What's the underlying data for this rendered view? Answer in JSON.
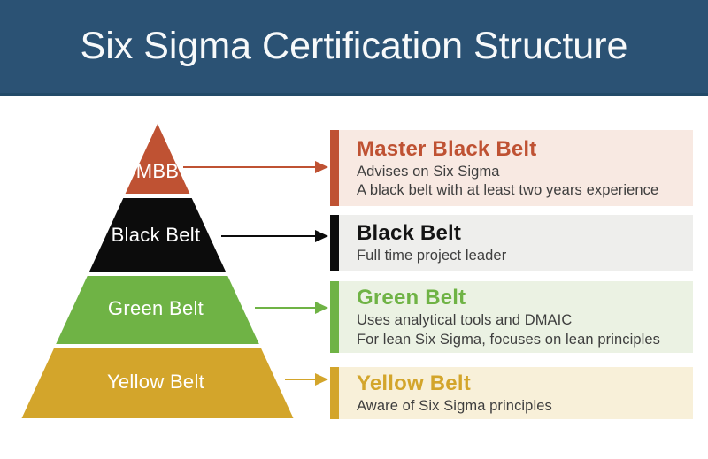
{
  "header": {
    "title": "Six Sigma Certification Structure",
    "bg_color": "#2b5274",
    "text_color": "#f7f9fa"
  },
  "pyramid": {
    "levels": [
      {
        "label": "MBB",
        "color": "#bf5233"
      },
      {
        "label": "Black Belt",
        "color": "#0c0c0c"
      },
      {
        "label": "Green Belt",
        "color": "#6fb345"
      },
      {
        "label": "Yellow Belt",
        "color": "#d3a52b"
      }
    ]
  },
  "boxes": [
    {
      "title": "Master Black Belt",
      "title_color": "#bf5233",
      "bar_color": "#bf5233",
      "bg": "#f8e9e2",
      "lines": [
        "Advises on Six Sigma",
        "A black belt with at least two years experience"
      ]
    },
    {
      "title": "Black Belt",
      "title_color": "#141414",
      "bar_color": "#0c0c0c",
      "bg": "#eeeeec",
      "lines": [
        "Full time project leader"
      ]
    },
    {
      "title": "Green Belt",
      "title_color": "#6fb345",
      "bar_color": "#6fb345",
      "bg": "#ebf2e3",
      "lines": [
        "Uses analytical tools and DMAIC",
        "For lean Six Sigma, focuses on lean principles"
      ]
    },
    {
      "title": "Yellow Belt",
      "title_color": "#d3a52b",
      "bar_color": "#d3a52b",
      "bg": "#f8f0d9",
      "lines": [
        "Aware of Six Sigma principles"
      ]
    }
  ]
}
